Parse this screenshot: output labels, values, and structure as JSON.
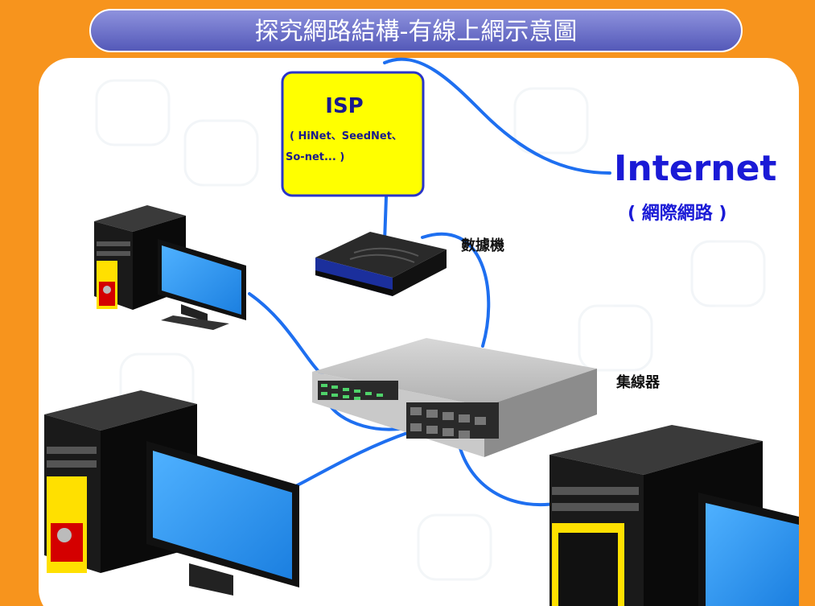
{
  "title": "探究網路結構-有線上網示意圖",
  "isp": {
    "label": "ISP",
    "providers_line1": "( HiNet、SeedNet、",
    "providers_line2": "So-net... )"
  },
  "internet": {
    "label": "Internet",
    "sublabel": "( 網際網路 )"
  },
  "devices": {
    "modem_label": "數據機",
    "hub_label": "集線器"
  },
  "colors": {
    "frame": "#f7941d",
    "title_bar": "#6b6fc9",
    "cable": "#1e6ff0",
    "isp_box": "#ffff00",
    "screen": "#1b8fe8"
  },
  "icons": [
    "computer-icon",
    "modem-icon",
    "network-hub-icon",
    "isp-box",
    "cloud-line"
  ]
}
